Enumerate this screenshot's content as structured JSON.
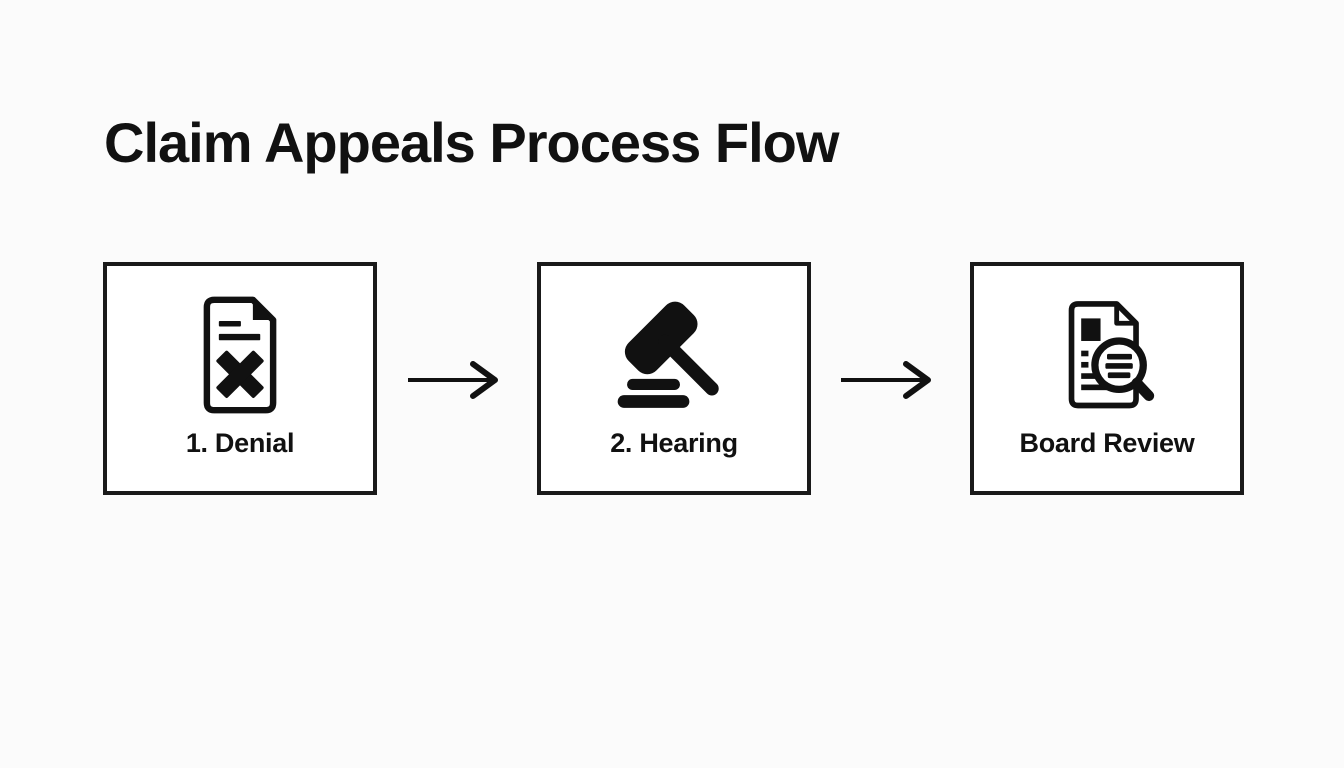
{
  "title": "Claim Appeals Process Flow",
  "flow": {
    "steps": [
      {
        "label": "1. Denial",
        "icon": "rejected-document-icon"
      },
      {
        "label": "2. Hearing",
        "icon": "gavel-icon"
      },
      {
        "label": "Board Review",
        "icon": "document-search-icon"
      }
    ],
    "connector_icon": "arrow-right-icon"
  },
  "colors": {
    "ink": "#111111",
    "box_border": "#1a1a1a",
    "box_background": "#ffffff",
    "page_background": "#fbfbfb"
  }
}
